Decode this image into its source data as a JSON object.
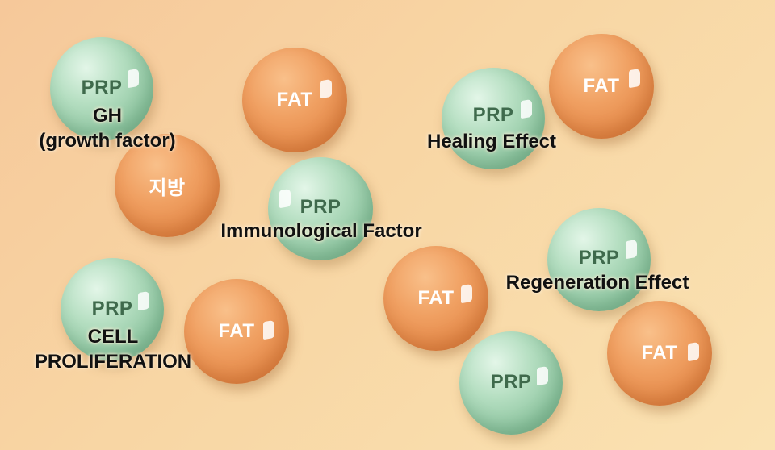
{
  "spheres": {
    "prp_label": "PRP",
    "fat_label": "FAT",
    "fat_korean_label": "지방"
  },
  "captions": {
    "gh_line1": "GH",
    "gh_line2": "(growth factor)",
    "immunological": "Immunological Factor",
    "healing": "Healing Effect",
    "regeneration": "Regeneration Effect",
    "cell_line1": "CELL",
    "cell_line2": "PROLIFERATION"
  },
  "colors": {
    "background": "#f8d6a4",
    "prp_sphere": "#a9d6b5",
    "fat_sphere": "#ec955a",
    "prp_text": "#3f6a4c",
    "fat_text": "#ffffff",
    "caption_text": "#111111"
  }
}
